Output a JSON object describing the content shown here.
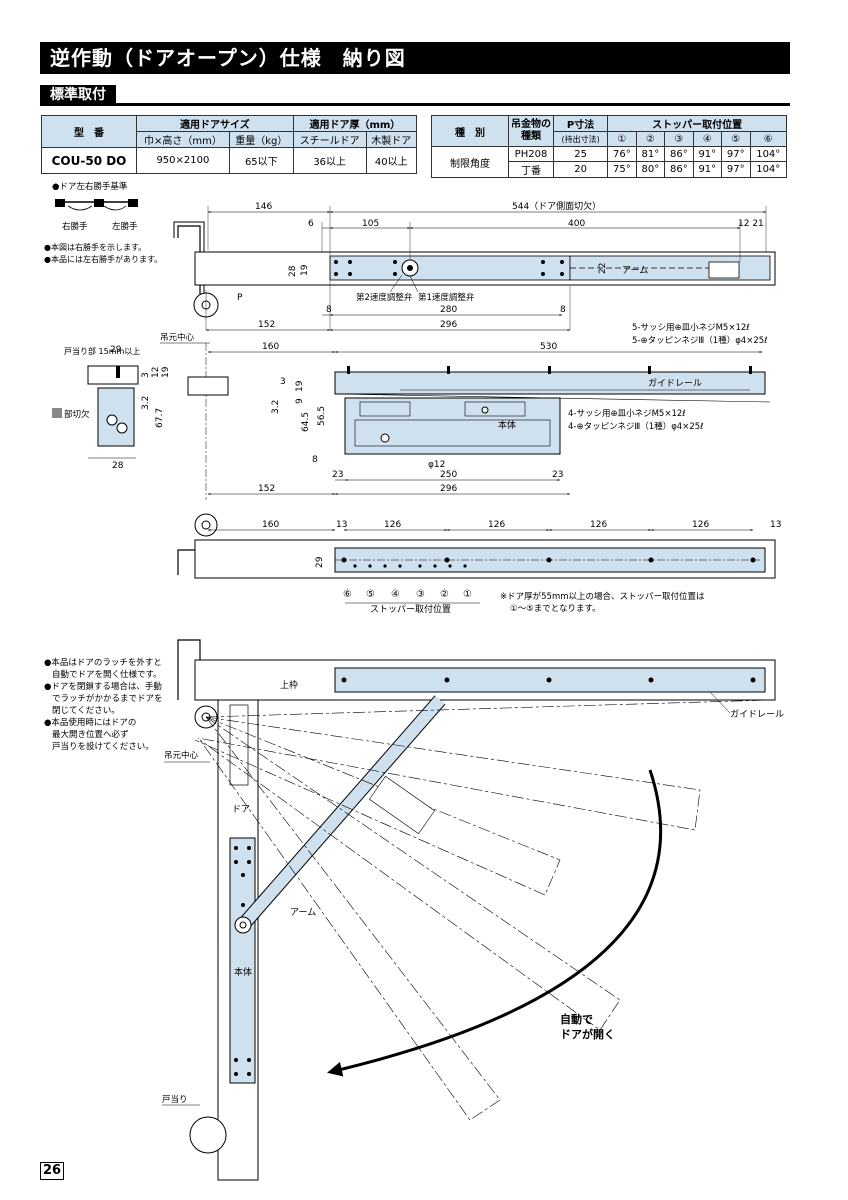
{
  "title": "逆作動（ドアオープン）仕様　納り図",
  "section": "標準取付",
  "spec_table": {
    "h_model": "型　番",
    "h_door_size": "適用ドアサイズ",
    "h_door_thick": "適用ドア厚（mm）",
    "h_wh": "巾×高さ（mm）",
    "h_weight": "重量（kg）",
    "h_steel": "スチールドア",
    "h_wood": "木製ドア",
    "model": "COU-50 DO",
    "wh": "950×2100",
    "weight": "65以下",
    "steel": "36以上",
    "wood": "40以上"
  },
  "stopper_table": {
    "h_kind": "種　別",
    "h_hinge": "吊金物の種類",
    "h_p": "P寸法",
    "h_p_sub": "(持出寸法)",
    "h_stop": "ストッパー取付位置",
    "cols": [
      "①",
      "②",
      "③",
      "④",
      "⑤",
      "⑥"
    ],
    "kind": "制限角度",
    "rows": [
      {
        "hinge": "PH208",
        "p": "25",
        "vals": [
          "76°",
          "81°",
          "86°",
          "91°",
          "97°",
          "104°"
        ]
      },
      {
        "hinge": "丁番",
        "p": "20",
        "vals": [
          "75°",
          "80°",
          "86°",
          "91°",
          "97°",
          "104°"
        ]
      }
    ]
  },
  "hand": {
    "std": "●ドア左右勝手基準",
    "right": "右勝手",
    "left": "左勝手",
    "note1": "●本図は右勝手を示します。",
    "note2": "●本品には左右勝手があります。"
  },
  "plan": {
    "d146": "146",
    "d544": "544（ドア側面切欠）",
    "d6": "6",
    "d105": "105",
    "d400": "400",
    "d1221": "12 21",
    "d28": "28",
    "d19": "19",
    "d22": "22",
    "d8": "8",
    "d280": "280",
    "d152": "152",
    "d296": "296",
    "arm": "アーム",
    "p": "P",
    "speed2": "第2速度調整弁",
    "speed1": "第1速度調整弁"
  },
  "elev": {
    "pivot": "吊元中心",
    "stop15": "戸当り部\n15mm以上",
    "d29": "29",
    "d3": "3",
    "d9": "9",
    "d12": "12",
    "d19": "19",
    "d32": "3.2",
    "d677": "67.7",
    "d28": "28",
    "cut": "部切欠",
    "d160": "160",
    "d530": "530",
    "screw5a": "5-サッシ用⊕皿小ネジM5×12ℓ",
    "screw5b": "5-⊕タッピンネジⅢ（1種）φ4×25ℓ",
    "rail": "ガイドレール",
    "body": "本体",
    "screw4a": "4-サッシ用⊕皿小ネジM5×12ℓ",
    "screw4b": "4-⊕タッピンネジⅢ（1種）φ4×25ℓ",
    "d645": "64.5",
    "d565": "56.5",
    "d8": "8",
    "d12p": "φ12",
    "d23": "23",
    "d250": "250",
    "d152": "152",
    "d296": "296"
  },
  "stopper": {
    "d160": "160",
    "d13": "13",
    "d126": "126",
    "d29": "29",
    "pos_label": "ストッパー取付位置",
    "nums": [
      "⑥",
      "⑤",
      "④",
      "③",
      "②",
      "①"
    ],
    "note1": "※ドア厚が55mm以上の場合、ストッパー取付位置は",
    "note2": "①〜⑤までとなります。"
  },
  "open": {
    "notes": [
      "●本品はドアのラッチを外すと",
      "自動でドアを開く仕様です。",
      "●ドアを閉鎖する場合は、手動",
      "でラッチがかかるまでドアを",
      "閉じてください。",
      "●本品使用時にはドアの",
      "最大開き位置へ必ず",
      "戸当りを設けてください。"
    ],
    "top_frame": "上枠",
    "rail": "ガイドレール",
    "pivot": "吊元中心",
    "door": "ドア",
    "arm": "アーム",
    "body": "本体",
    "auto1": "自動で",
    "auto2": "ドアが開く",
    "stop": "戸当り"
  },
  "page": "26",
  "colors": {
    "blue": "#cfe0ef",
    "line": "#222"
  }
}
